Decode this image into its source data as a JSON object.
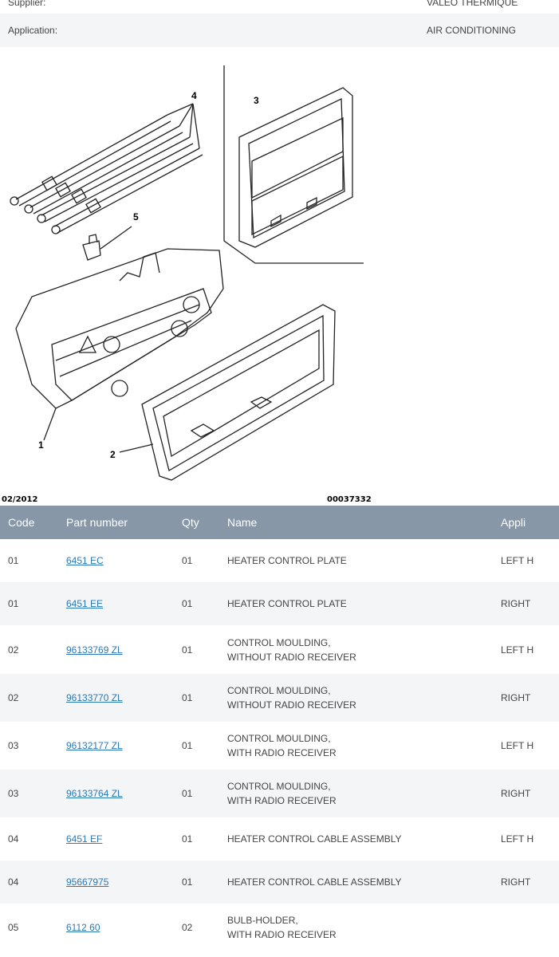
{
  "info": {
    "supplier_label": "Supplier:",
    "supplier_value": "VALEO THERMIQUE",
    "application_label": "Application:",
    "application_value": "AIR CONDITIONING"
  },
  "diagram": {
    "date": "02/2012",
    "code": "00037332",
    "callouts": [
      "1",
      "2",
      "3",
      "4",
      "5"
    ]
  },
  "table": {
    "headers": {
      "code": "Code",
      "part_number": "Part number",
      "qty": "Qty",
      "name": "Name",
      "application": "Appli"
    },
    "rows": [
      {
        "code": "01",
        "part_number": "6451 EC",
        "qty": "01",
        "name_line1": "HEATER CONTROL PLATE",
        "name_line2": "",
        "application": "LEFT H"
      },
      {
        "code": "01",
        "part_number": "6451 EE",
        "qty": "01",
        "name_line1": "HEATER CONTROL PLATE",
        "name_line2": "",
        "application": "RIGHT"
      },
      {
        "code": "02",
        "part_number": "96133769 ZL",
        "qty": "01",
        "name_line1": "CONTROL MOULDING,",
        "name_line2": "WITHOUT RADIO RECEIVER",
        "application": "LEFT H"
      },
      {
        "code": "02",
        "part_number": "96133770 ZL",
        "qty": "01",
        "name_line1": "CONTROL MOULDING,",
        "name_line2": "WITHOUT RADIO RECEIVER",
        "application": "RIGHT"
      },
      {
        "code": "03",
        "part_number": "96132177 ZL",
        "qty": "01",
        "name_line1": "CONTROL MOULDING,",
        "name_line2": "WITH RADIO RECEIVER",
        "application": "LEFT H"
      },
      {
        "code": "03",
        "part_number": "96133764 ZL",
        "qty": "01",
        "name_line1": "CONTROL MOULDING,",
        "name_line2": "WITH RADIO RECEIVER",
        "application": "RIGHT"
      },
      {
        "code": "04",
        "part_number": "6451 EF",
        "qty": "01",
        "name_line1": "HEATER CONTROL CABLE ASSEMBLY",
        "name_line2": "",
        "application": "LEFT H"
      },
      {
        "code": "04",
        "part_number": "95667975",
        "qty": "01",
        "name_line1": "HEATER CONTROL CABLE ASSEMBLY",
        "name_line2": "",
        "application": "RIGHT"
      },
      {
        "code": "05",
        "part_number": "6112 60",
        "qty": "02",
        "name_line1": "BULB-HOLDER,",
        "name_line2": "WITH RADIO RECEIVER",
        "application": ""
      }
    ]
  }
}
